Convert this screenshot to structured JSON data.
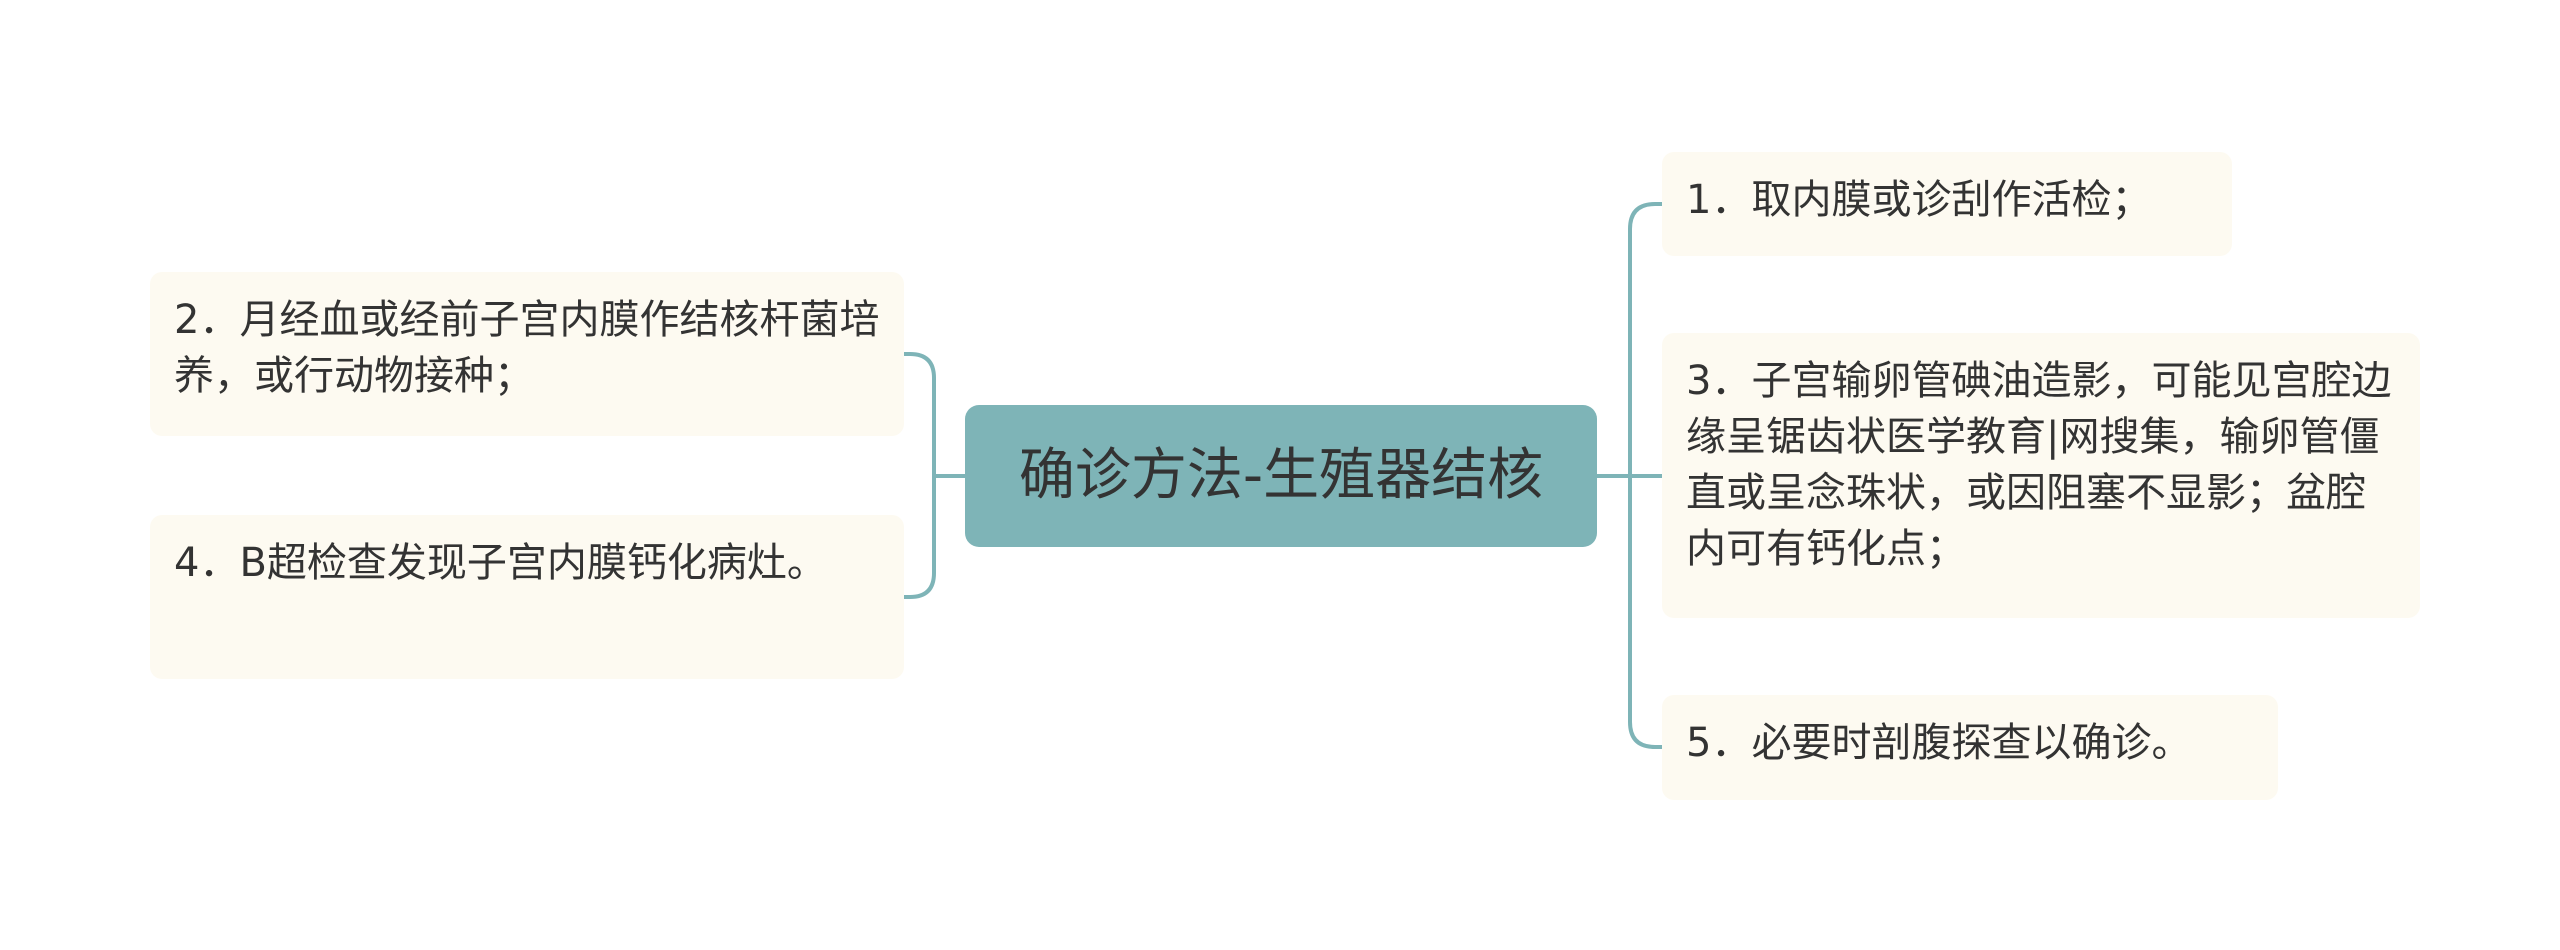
{
  "mindmap": {
    "center": {
      "label": "确诊方法-生殖器结核"
    },
    "right": [
      {
        "label": "1．取内膜或诊刮作活检；"
      },
      {
        "label": "3．子宫输卵管碘油造影，可能见宫腔边缘呈锯齿状医学教育|网搜集，输卵管僵直或呈念珠状，或因阻塞不显影；盆腔内可有钙化点；"
      },
      {
        "label": "5．必要时剖腹探查以确诊。"
      }
    ],
    "left": [
      {
        "label": "2．月经血或经前子宫内膜作结核杆菌培养，或行动物接种；"
      },
      {
        "label": "4．B超检查发现子宫内膜钙化病灶。"
      }
    ]
  },
  "colors": {
    "center_fill": "#7eb4b7",
    "node_fill": "#fdfaf1",
    "connector": "#7eb4b7",
    "text": "#333333"
  }
}
